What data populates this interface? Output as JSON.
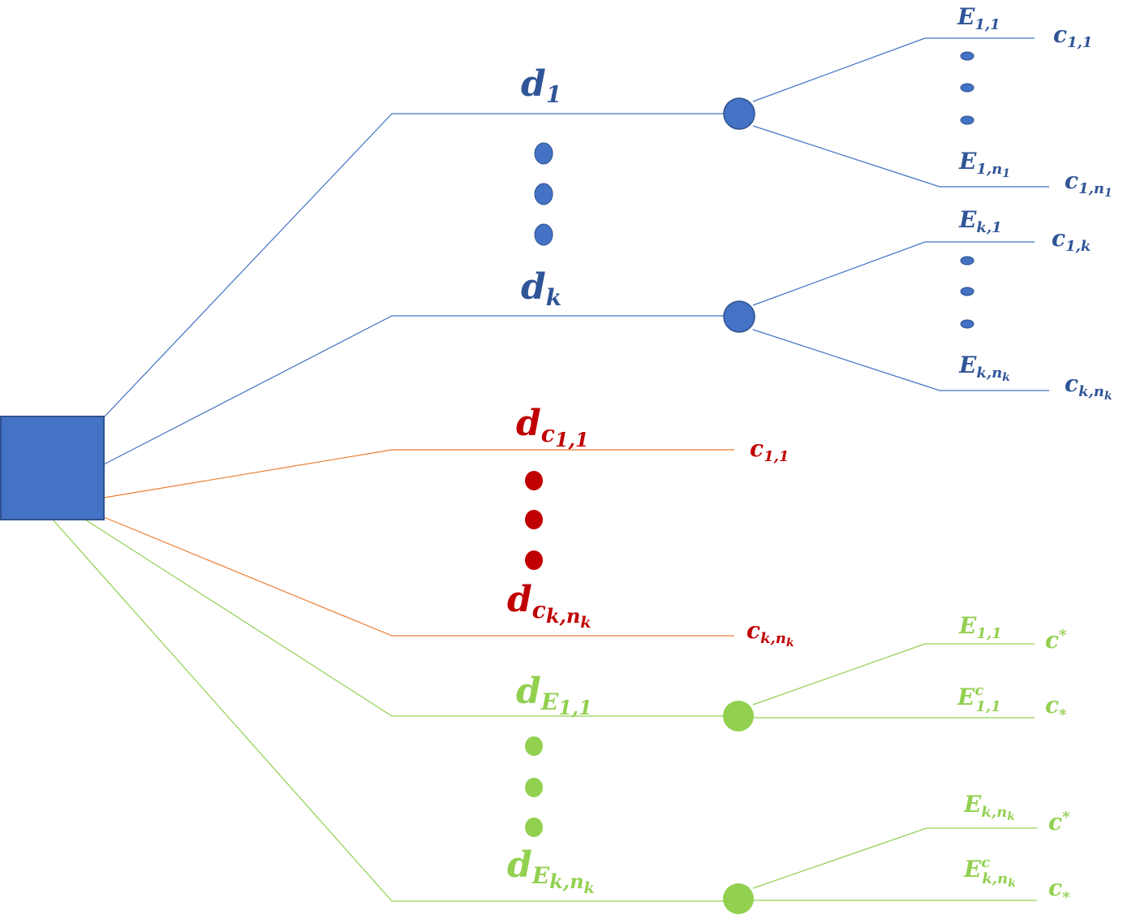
{
  "colors": {
    "blue_text": "#2f5597",
    "blue_fill": "#4472c4",
    "blue_line": "#4472c4",
    "red_text": "#c00000",
    "orange_line": "#ed7d31",
    "green_text": "#92d050",
    "green_line": "#92d050"
  },
  "root": {
    "shape": "square"
  },
  "decisions": {
    "d1": {
      "base": "d",
      "sub": "1"
    },
    "dk": {
      "base": "d",
      "sub": "k"
    },
    "dc11": {
      "base": "d",
      "sub": "c",
      "subsub": "1,1"
    },
    "dcknk": {
      "base": "d",
      "sub": "c",
      "subsub": "k,n",
      "subsubsub": "k"
    },
    "dE11": {
      "base": "d",
      "sub": "E",
      "subsub": "1,1"
    },
    "dEknk": {
      "base": "d",
      "sub": "E",
      "subsub": "k,n",
      "subsubsub": "k"
    }
  },
  "outcomes": {
    "branch1": {
      "event_top": {
        "base": "E",
        "sub": "1,1"
      },
      "cost_top": {
        "base": "c",
        "sub": "1,1"
      },
      "event_bottom": {
        "base": "E",
        "sub": "1,n",
        "subsub": "1"
      },
      "cost_bottom": {
        "base": "c",
        "sub": "1,n",
        "subsub": "1"
      }
    },
    "branchk": {
      "event_top": {
        "base": "E",
        "sub": "k,1"
      },
      "cost_top": {
        "base": "c",
        "sub": "1,k"
      },
      "event_bottom": {
        "base": "E",
        "sub": "k,n",
        "subsub": "k"
      },
      "cost_bottom": {
        "base": "c",
        "sub": "k,n",
        "subsub": "k"
      }
    },
    "red_c11": {
      "base": "c",
      "sub": "1,1"
    },
    "red_cknk": {
      "base": "c",
      "sub": "k,n",
      "subsub": "k"
    },
    "greenE11": {
      "event_top": {
        "base": "E",
        "sub": "1,1"
      },
      "cost_top": {
        "base": "c",
        "sup": "*"
      },
      "event_bottom": {
        "base": "E",
        "sup": "c",
        "sub": "1,1"
      },
      "cost_bottom": {
        "base": "c",
        "sub": "*"
      }
    },
    "greenEknk": {
      "event_top": {
        "base": "E",
        "sub": "k,n",
        "subsub": "k"
      },
      "cost_top": {
        "base": "c",
        "sup": "*"
      },
      "event_bottom": {
        "base": "E",
        "sup": "c",
        "sub": "k,n",
        "subsub": "k"
      },
      "cost_bottom": {
        "base": "c",
        "sub": "*"
      }
    }
  }
}
